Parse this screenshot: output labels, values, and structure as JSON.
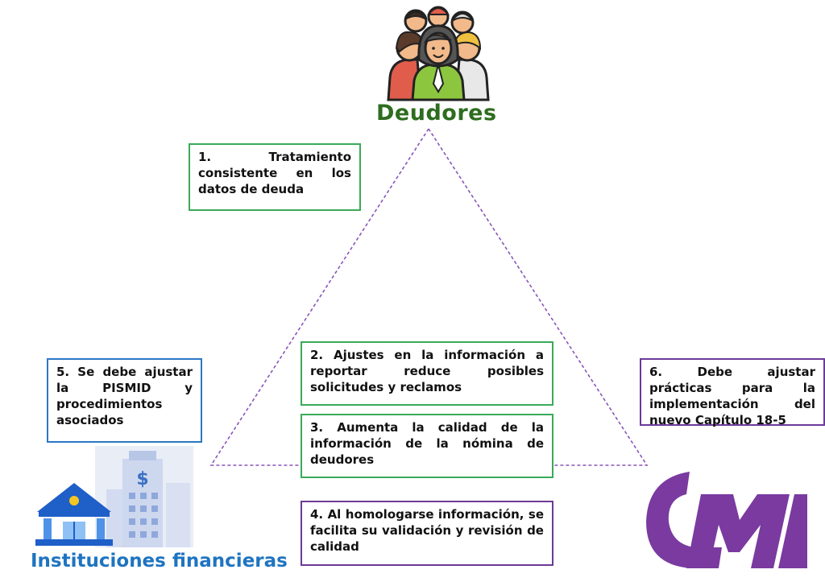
{
  "nodes": {
    "top": {
      "label": "Deudores",
      "color": "#2e6d1f",
      "icon": "people-group-icon"
    },
    "left": {
      "label": "Instituciones financieras",
      "color": "#1f74c0",
      "icon": "bank-buildings-icon"
    },
    "right": {
      "icon": "cmf-logo-icon",
      "color": "#7a3aa0"
    }
  },
  "boxes": {
    "b1": "1. Tratamiento consistente en los datos de deuda",
    "b2": "2. Ajustes en la información a reportar reduce posibles solicitudes y reclamos",
    "b3": "3. Aumenta la calidad de la información de la nómina de deudores",
    "b4": "4. Al homologarse información, se facilita su validación y revisión de calidad",
    "b5": "5. Se debe ajustar la PISMID y procedimientos asociados",
    "b6": "6. Debe ajustar prácticas para la implementación del nuevo Capítulo 18-5"
  },
  "colors": {
    "green_border": "#3aaa5a",
    "blue_border": "#2b78c4",
    "purple_border": "#6b3a98",
    "triangle": "#8a55b8"
  }
}
